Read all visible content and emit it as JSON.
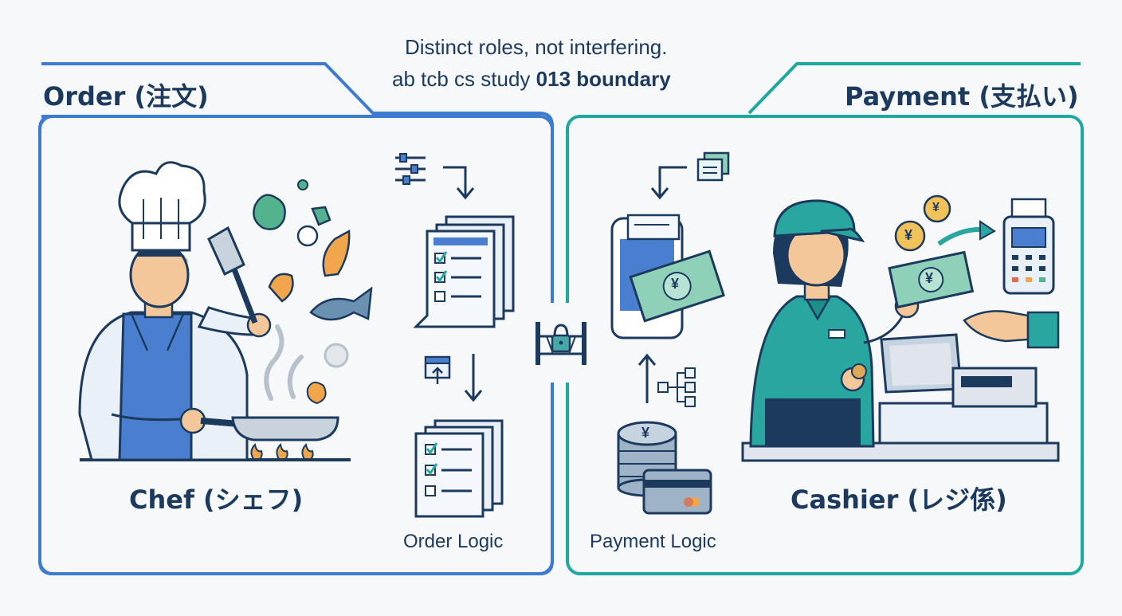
{
  "header": {
    "line1": "Distinct roles, not interfering.",
    "line2_prefix": "ab tcb cs study ",
    "line2_bold": "013 boundary"
  },
  "order_panel": {
    "tab_title": "Order (注文)",
    "role_label": "Chef (シェフ)",
    "logic_label": "Order Logic",
    "accent": "#3d7bd0"
  },
  "payment_panel": {
    "tab_title": "Payment (支払い)",
    "role_label": "Cashier (レジ係)",
    "logic_label": "Payment Logic",
    "accent": "#1fa7a2"
  },
  "icons": {
    "currency_glyph": "¥",
    "boundary": "lock-gate-icon"
  },
  "colors": {
    "navy": "#1c3a5e",
    "blue_fill": "#4a7fd0",
    "teal_fill": "#2aa6a0",
    "skin": "#f3c79a",
    "money_green": "#8fd0b8"
  }
}
